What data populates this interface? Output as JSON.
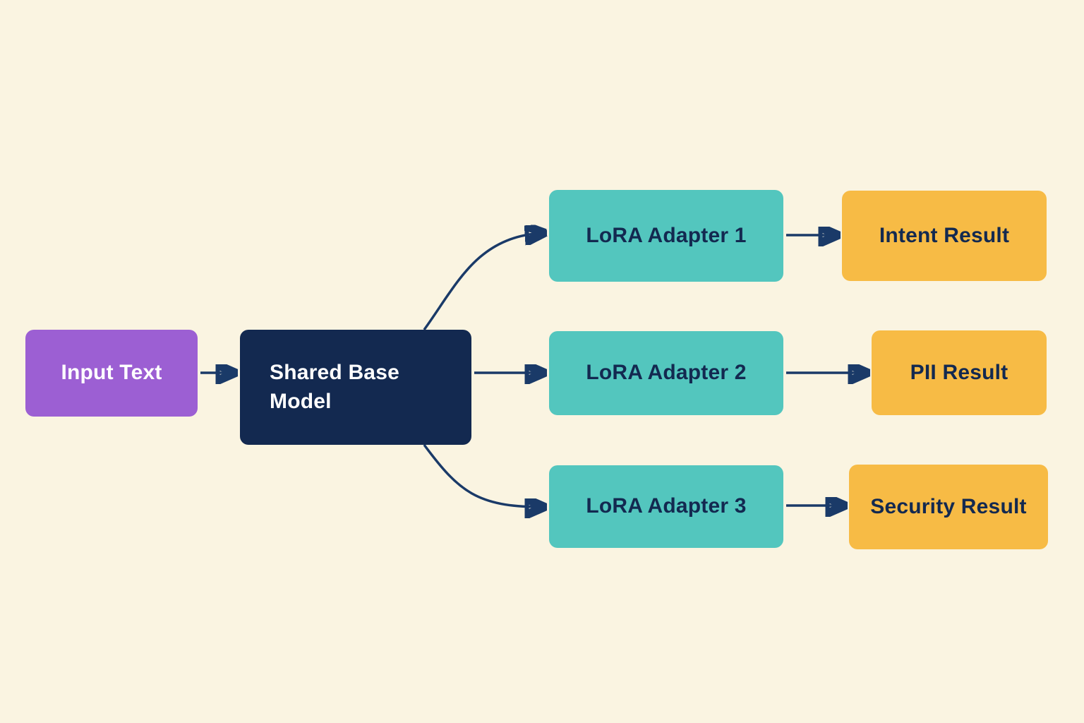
{
  "diagram": {
    "type": "flowchart",
    "nodes": {
      "input": {
        "label": "Input Text"
      },
      "base": {
        "label": "Shared Base Model"
      },
      "adapter1": {
        "label": "LoRA Adapter 1"
      },
      "adapter2": {
        "label": "LoRA Adapter 2"
      },
      "adapter3": {
        "label": "LoRA Adapter 3"
      },
      "result1": {
        "label": "Intent Result"
      },
      "result2": {
        "label": "PII Result"
      },
      "result3": {
        "label": "Security Result"
      }
    },
    "edges": [
      {
        "from": "input",
        "to": "base"
      },
      {
        "from": "base",
        "to": "adapter1"
      },
      {
        "from": "base",
        "to": "adapter2"
      },
      {
        "from": "base",
        "to": "adapter3"
      },
      {
        "from": "adapter1",
        "to": "result1"
      },
      {
        "from": "adapter2",
        "to": "result2"
      },
      {
        "from": "adapter3",
        "to": "result3"
      }
    ],
    "colors": {
      "background": "#FAF4E1",
      "input_fill": "#9C5FD3",
      "base_fill": "#132950",
      "adapter_fill": "#53C6BE",
      "result_fill": "#F7BB45",
      "arrow": "#1A3A68",
      "light_text": "#FFFFFF",
      "dark_text": "#132950"
    }
  }
}
